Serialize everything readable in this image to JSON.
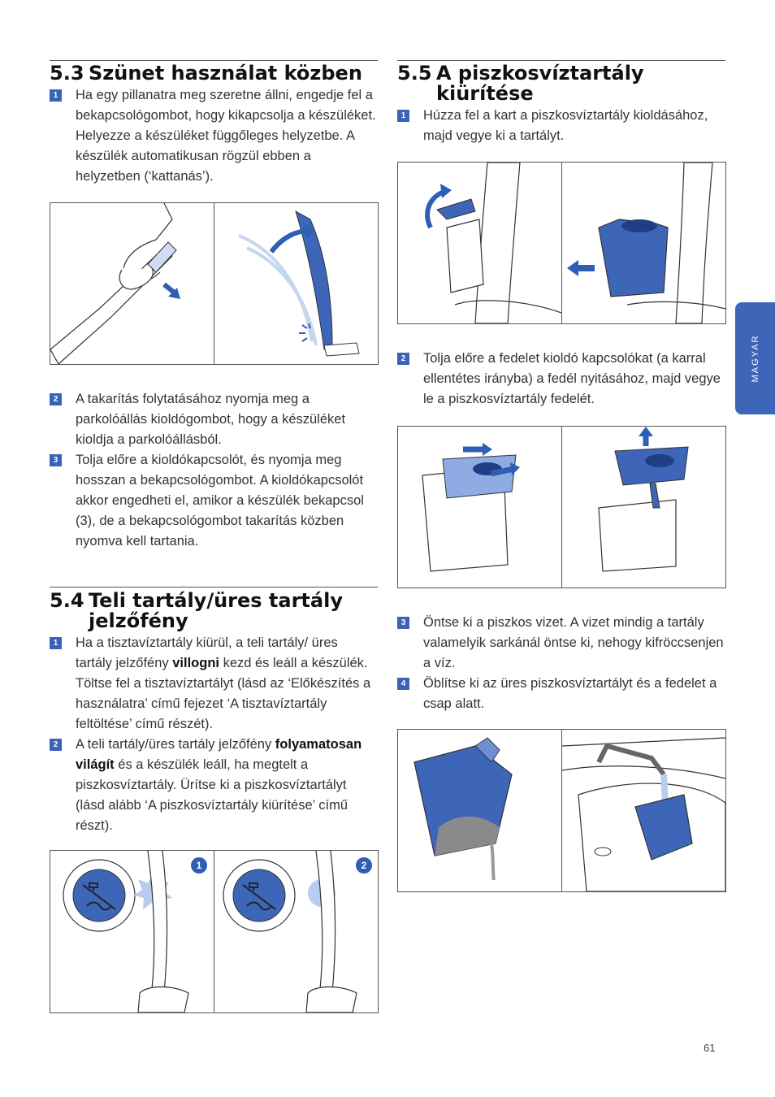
{
  "side_tab": "MAGYAR",
  "page_number": "61",
  "s53": {
    "num": "5.3",
    "title": "Szünet használat közben",
    "steps": [
      {
        "n": "1",
        "text": "Ha egy pillanatra meg szeretne állni, engedje fel a bekapcsológombot, hogy kikapcsolja a készüléket. Helyezze a készüléket függőleges helyzetbe. A készülék automatikusan rögzül ebben a helyzetben (‘kattanás’)."
      },
      {
        "n": "2",
        "text": "A takarítás folytatásához nyomja meg a parkolóállás kioldógombot, hogy a készüléket kioldja a parkolóállásból."
      },
      {
        "n": "3",
        "text": "Tolja előre a kioldókapcsolót, és nyomja meg hosszan a bekapcsológombot. A kioldókapcsolót akkor engedheti el, amikor a készülék bekapcsol (3), de a bekapcsológombot takarítás közben nyomva kell tartania."
      }
    ]
  },
  "s54": {
    "num": "5.4",
    "title_line1": "Teli tartály/üres tartály",
    "title_line2": "jelzőfény",
    "step1_a": "Ha a tisztavíztartály kiürül, a teli tartály/ üres tartály jelzőfény ",
    "step1_bold": "villogni",
    "step1_b": " kezd és leáll a készülék. Töltse fel a tisztavíztartályt (lásd az ‘Előkészítés a használatra’ című fejezet ‘A tisztavíztartály feltöltése’ című részét).",
    "step2_a": "A teli tartály/üres tartály jelzőfény ",
    "step2_bold": "folyamatosan világít",
    "step2_b": " és a készülék leáll, ha megtelt a piszkosvíztartály. Ürítse ki a piszkosvíztartályt (lásd alább ‘A piszkosvíztartály kiürítése’ című részt).",
    "n1": "1",
    "n2": "2",
    "fig_badge_1": "1",
    "fig_badge_2": "2"
  },
  "s55": {
    "num": "5.5",
    "title_line1": "A piszkosvíztartály",
    "title_line2": "kiürítése",
    "steps": [
      {
        "n": "1",
        "text": "Húzza fel a kart a piszkosvíztartály kioldásához, majd vegye ki a tartályt."
      },
      {
        "n": "2",
        "text": "Tolja előre a fedelet kioldó kapcsolókat (a karral ellentétes irányba) a fedél nyitásához, majd vegye le a piszkosvíztartály fedelét."
      },
      {
        "n": "3",
        "text": "Öntse ki a piszkos vizet. A vizet mindig a tartály valamelyik sarkánál öntse ki, nehogy kifröccsenjen a víz."
      },
      {
        "n": "4",
        "text": "Öblítse ki az üres piszkosvíztartályt és a fedelet a csap alatt."
      }
    ]
  },
  "colors": {
    "accent": "#3a62b6",
    "light_blue": "#9db6e6",
    "line": "#555555"
  }
}
